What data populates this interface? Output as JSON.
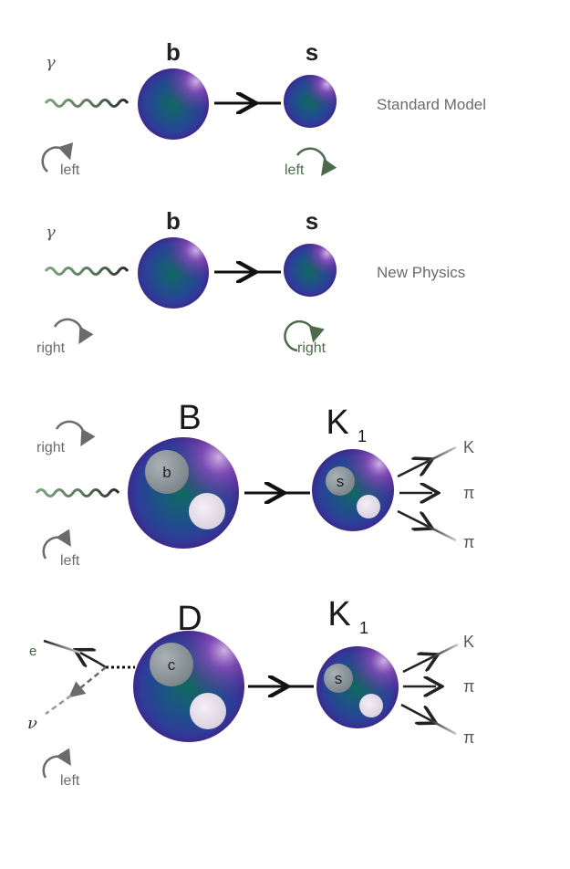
{
  "panel_sm": {
    "photon_symbol": "γ",
    "quark_in": "b",
    "quark_out": "s",
    "label": "Standard Model",
    "photon_helicity": "left",
    "s_helicity": "left"
  },
  "panel_np": {
    "photon_symbol": "γ",
    "quark_in": "b",
    "quark_out": "s",
    "label": "New Physics",
    "photon_helicity": "right",
    "s_helicity": "right"
  },
  "panel_B": {
    "meson_in": "B",
    "inner_in": "b",
    "meson_out": "K",
    "meson_out_sub": "1",
    "inner_out": "s",
    "helicity_top": "right",
    "helicity_bottom": "left",
    "products": [
      "K",
      "π",
      "π"
    ]
  },
  "panel_D": {
    "meson_in": "D",
    "inner_in": "c",
    "meson_out": "K",
    "meson_out_sub": "1",
    "inner_out": "s",
    "lepton_e": "e",
    "lepton_nu": "ν",
    "helicity": "left",
    "products": [
      "K",
      "π",
      "π"
    ]
  },
  "colors": {
    "sphere_core": "#0f6a5e",
    "sphere_mid": "#2b4a9e",
    "sphere_rim": "#6a2c8c",
    "photon_light": "#7fa47f",
    "photon_dark": "#333333",
    "helicity_grey": "#6b6b6b",
    "helicity_green": "#4b6b4b"
  }
}
